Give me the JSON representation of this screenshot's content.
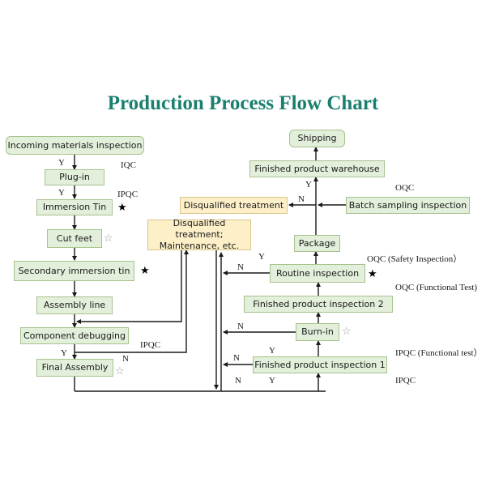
{
  "title": "Production Process Flow Chart",
  "colors": {
    "title": "#1a7f6e",
    "process_box": "#e2efda",
    "process_border": "#a9c18f",
    "treatment_box": "#fdf0c8",
    "line": "#1a1a1a"
  },
  "left_column": {
    "incoming": "Incoming materials inspection",
    "plug_in": "Plug-in",
    "immersion_tin": "Immersion Tin",
    "cut_feet": "Cut feet",
    "secondary_tin": "Secondary immersion tin",
    "assembly_line": "Assembly line",
    "component_debugging": "Component debugging",
    "final_assembly": "Final Assembly"
  },
  "middle": {
    "disqualified_maintenance": "Disqualified treatment; Maintenance, etc."
  },
  "right_column": {
    "shipping": "Shipping",
    "warehouse": "Finished product warehouse",
    "disqualified": "Disqualified treatment",
    "batch_sampling": "Batch sampling inspection",
    "package": "Package",
    "routine": "Routine inspection",
    "fp_inspection_2": "Finished product inspection 2",
    "burn_in": "Burn-in",
    "fp_inspection_1": "Finished product inspection 1"
  },
  "qc_labels": {
    "iqc": "IQC",
    "ipqc_1": "IPQC",
    "ipqc_2": "IPQC",
    "oqc": "OQC",
    "oqc_safety": "OQC (Safety Inspection）",
    "oqc_functional": "OQC (Functional Test)",
    "ipqc_functional": "IPQC (Functional test）",
    "ipqc_3": "IPQC"
  },
  "branch_labels": {
    "yes": "Y",
    "no": "N"
  },
  "stars": {
    "filled": "★",
    "hollow": "☆"
  }
}
